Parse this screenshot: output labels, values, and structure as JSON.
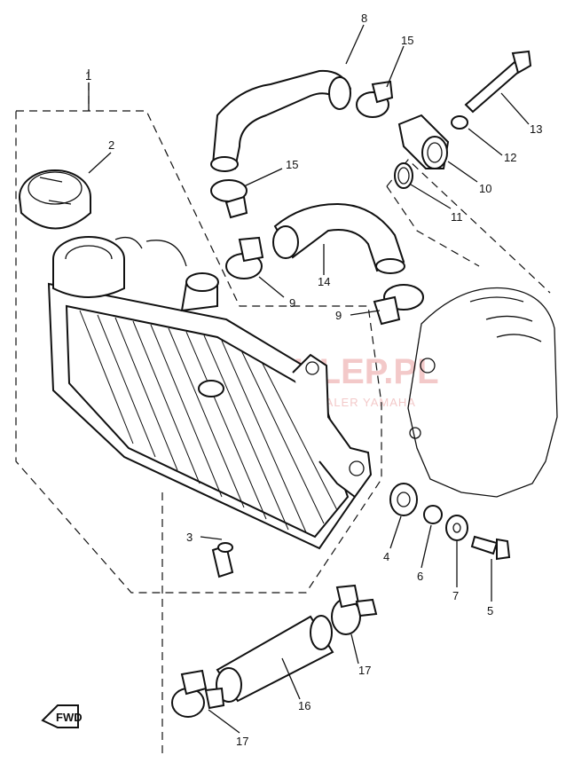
{
  "watermark": {
    "brand": "YAMASKLEP.PL",
    "tagline": "OWEZ | DEALER YAMAHA"
  },
  "fwd_label": "FWD",
  "callouts": [
    {
      "id": "c1",
      "label": "1"
    },
    {
      "id": "c2",
      "label": "2"
    },
    {
      "id": "c3",
      "label": "3"
    },
    {
      "id": "c4",
      "label": "4"
    },
    {
      "id": "c5",
      "label": "5"
    },
    {
      "id": "c6",
      "label": "6"
    },
    {
      "id": "c7",
      "label": "7"
    },
    {
      "id": "c8",
      "label": "8"
    },
    {
      "id": "c9a",
      "label": "9"
    },
    {
      "id": "c9b",
      "label": "9"
    },
    {
      "id": "c10",
      "label": "10"
    },
    {
      "id": "c11",
      "label": "11"
    },
    {
      "id": "c12",
      "label": "12"
    },
    {
      "id": "c13",
      "label": "13"
    },
    {
      "id": "c14",
      "label": "14"
    },
    {
      "id": "c15a",
      "label": "15"
    },
    {
      "id": "c15b",
      "label": "15"
    },
    {
      "id": "c16",
      "label": "16"
    },
    {
      "id": "c17a",
      "label": "17"
    },
    {
      "id": "c17b",
      "label": "17"
    }
  ]
}
